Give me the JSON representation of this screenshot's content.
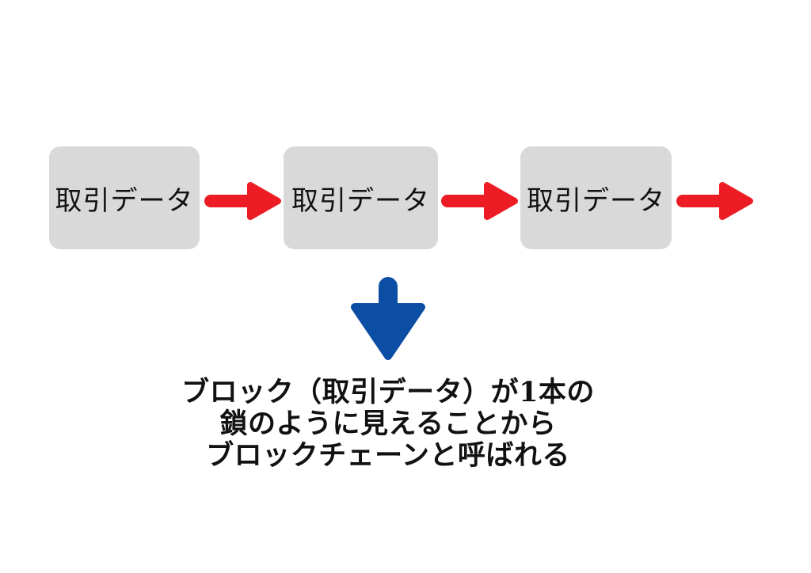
{
  "diagram": {
    "blocks": [
      {
        "label": "取引データ"
      },
      {
        "label": "取引データ"
      },
      {
        "label": "取引データ"
      }
    ],
    "caption": {
      "lines": [
        "ブロック（取引データ）が1本の",
        "鎖のように見えることから",
        "ブロックチェーンと呼ばれる"
      ]
    },
    "icons": {
      "flow_arrow": "right-arrow-icon",
      "result_pointer": "down-arrow-icon"
    }
  },
  "colors": {
    "background": "#ffffff",
    "box_fill": "#d9d9d9",
    "box_text": "#111111",
    "arrow_red": "#ed1c24",
    "arrow_blue": "#0d4ea5",
    "caption_text": "#111111"
  }
}
